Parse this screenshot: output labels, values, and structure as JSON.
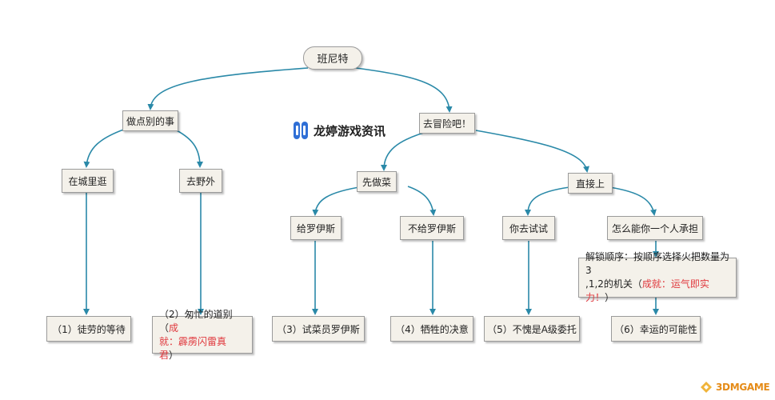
{
  "watermark": {
    "text": "龙婷游戏资讯"
  },
  "brand": {
    "text": "3DMGAME"
  },
  "nodes": {
    "root": "班尼特",
    "do_other": "做点别的事",
    "adventure": "去冒险吧！",
    "city": "在城里逛",
    "wild": "去野外",
    "cook_first": "先做菜",
    "direct": "直接上",
    "give_ross": "给罗伊斯",
    "not_give_ross": "不给罗伊斯",
    "you_try": "你去试试",
    "alone": "怎么能你一个人承担",
    "unlock_a": "解锁顺序：按顺序选择火把数量为3",
    "unlock_b": ",1,2的机关（",
    "unlock_red": "成就：运气即实力！",
    "unlock_c": "）",
    "end1": "（1）徒劳的等待",
    "end2_a": "（2）匆忙的道别（",
    "end2_red_a": "成",
    "end2_red_b": "就：霹雳闪雷真君",
    "end2_c": "）",
    "end3": "（3）试菜员罗伊斯",
    "end4": "（4）牺牲的决意",
    "end5": "（5）不愧是A级委托",
    "end6": "（6）幸运的可能性"
  },
  "colors": {
    "arrow": "#2a89a8",
    "box_fill": "#f4f1ea",
    "box_border": "#9b9b9b",
    "highlight": "#e0393e"
  }
}
